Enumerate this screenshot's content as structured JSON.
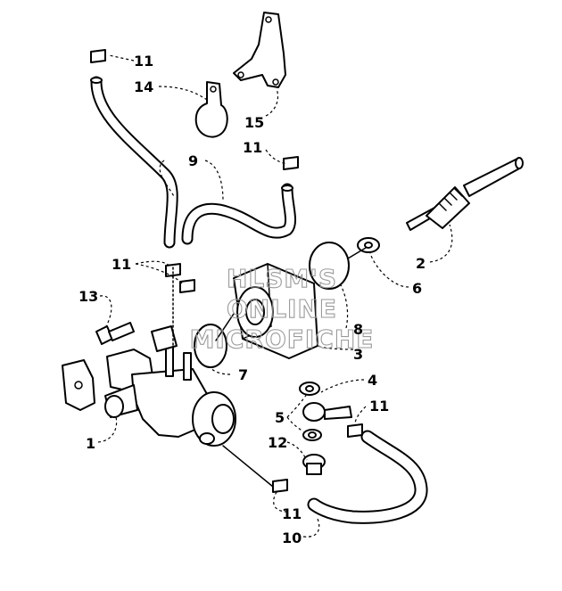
{
  "diagram": {
    "watermark_lines": [
      "HLSM'S",
      "ONLINE",
      "MICROFICHE"
    ],
    "callouts": [
      {
        "id": "c11a",
        "text": "11"
      },
      {
        "id": "c14",
        "text": "14"
      },
      {
        "id": "c15",
        "text": "15"
      },
      {
        "id": "c11b",
        "text": "11"
      },
      {
        "id": "c9",
        "text": "9"
      },
      {
        "id": "c11c",
        "text": "11"
      },
      {
        "id": "c13",
        "text": "13"
      },
      {
        "id": "c2",
        "text": "2"
      },
      {
        "id": "c6",
        "text": "6"
      },
      {
        "id": "c8",
        "text": "8"
      },
      {
        "id": "c3",
        "text": "3"
      },
      {
        "id": "c7",
        "text": "7"
      },
      {
        "id": "c4",
        "text": "4"
      },
      {
        "id": "c11d",
        "text": "11"
      },
      {
        "id": "c5",
        "text": "5"
      },
      {
        "id": "c12",
        "text": "12"
      },
      {
        "id": "c1",
        "text": "1"
      },
      {
        "id": "c11e",
        "text": "11"
      },
      {
        "id": "c10",
        "text": "10"
      }
    ]
  }
}
